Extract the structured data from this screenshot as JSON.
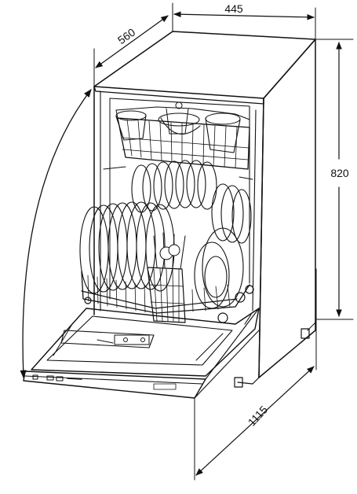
{
  "dimensions": {
    "width": "445",
    "depth": "560",
    "height": "820",
    "open_depth": "1115"
  },
  "colors": {
    "stroke": "#111111",
    "background": "#ffffff",
    "shade": "#e6e6e6"
  }
}
